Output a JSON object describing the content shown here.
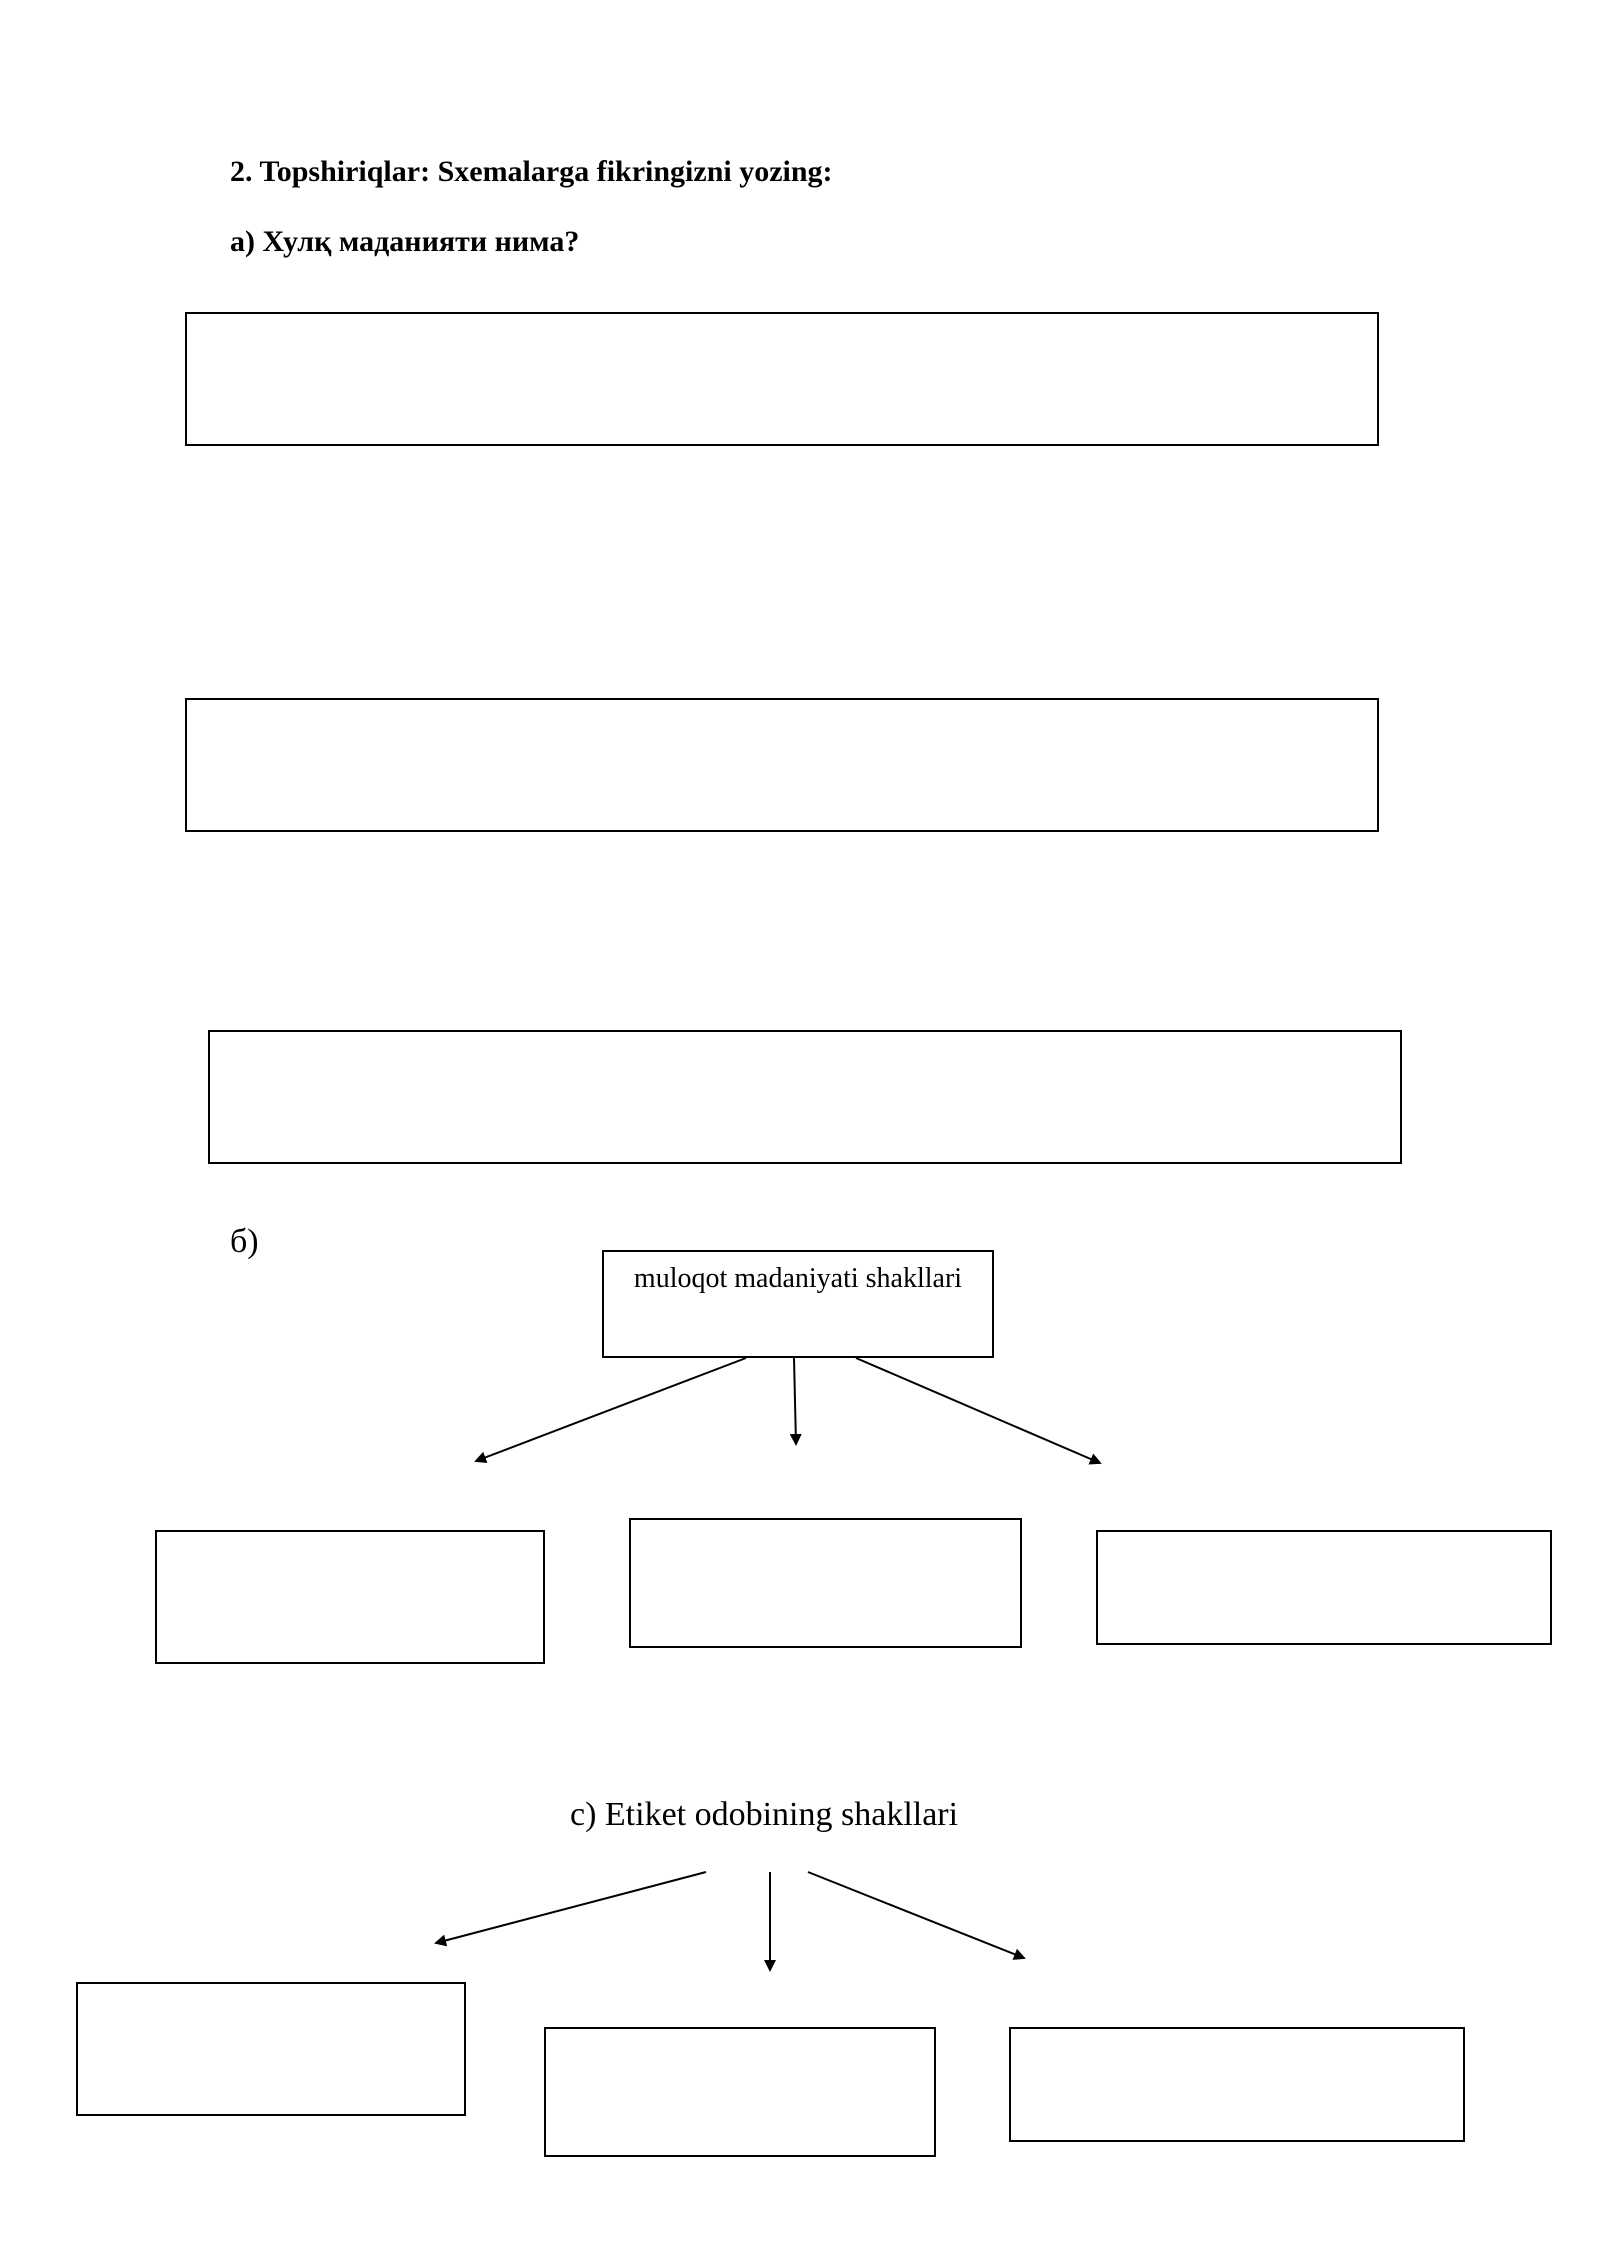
{
  "task": {
    "title": "2. Topshiriqlar: Sxemalarga fikringizni yozing:"
  },
  "section_a": {
    "question": "а) Хулқ маданияти нима?"
  },
  "section_b": {
    "label": "б)",
    "root_label": "muloqot madaniyati shakllari"
  },
  "section_c": {
    "root_label": "c) Etiket odobining shakllari"
  },
  "colors": {
    "ink": "#000000",
    "paper": "#ffffff"
  }
}
